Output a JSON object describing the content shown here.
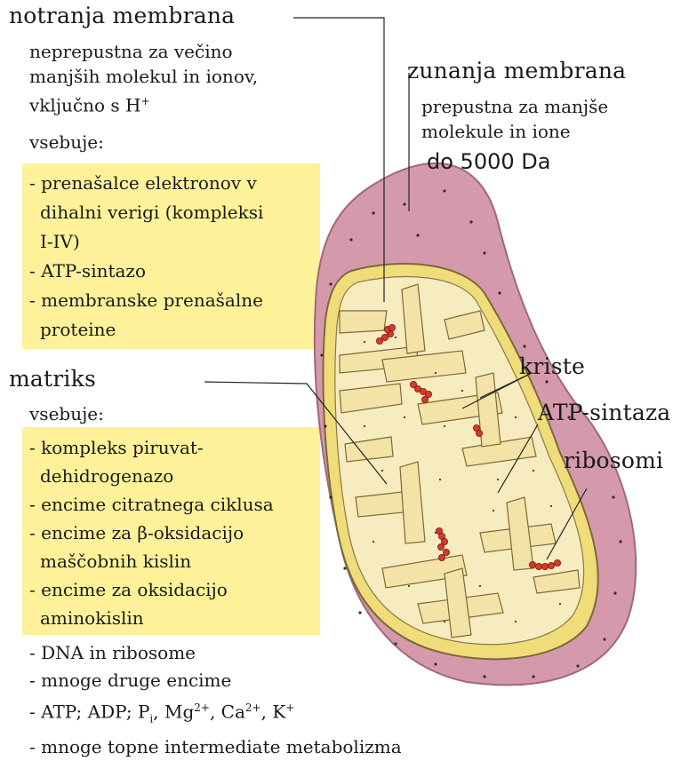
{
  "inner_membrane": {
    "title": "notranja membrana",
    "desc": [
      "neprepustna za večino",
      "manjših molekul in ionov,",
      "vključno s H"
    ],
    "desc_sup": "+",
    "contains_label": "vsebuje:",
    "items": [
      "- prenašalce elektronov v",
      "dihalni verigi (kompleksi",
      "I-IV)",
      "- ATP-sintazo",
      "- membranske prenašalne",
      "proteine"
    ]
  },
  "outer_membrane": {
    "title": "zunanja membrana",
    "desc": [
      "prepustna za manjše",
      "molekule in ione"
    ],
    "size_note": "do 5000 Da"
  },
  "matrix": {
    "title": "matriks",
    "contains_label": "vsebuje:",
    "highlighted_items": [
      "- kompleks piruvat-",
      "dehidrogenazo",
      "- encime citratnega ciklusa",
      "- encime za β-oksidacijo",
      "maščobnih kislin",
      "- encime za oksidacijo",
      "aminokislin"
    ],
    "other_items": {
      "dna": "- DNA in ribosome",
      "enzymes": "- mnoge druge encime",
      "ions": {
        "a": "- ATP; ADP; P",
        "a_sub": "i",
        "b": ", Mg",
        "b_sup": "2+",
        "c": ", Ca",
        "c_sup": "2+",
        "d": ", K",
        "d_sup": "+"
      },
      "metabolites": "- mnoge topne intermediate metabolizma"
    }
  },
  "diagram_labels": {
    "cristae": "kriste",
    "atp_synthase": "ATP-sintaza",
    "ribosomes": "ribosomi"
  },
  "colors": {
    "highlight": "#fdf29a",
    "outer_membrane": "#d49aab",
    "inner_membrane": "#f0dc78",
    "matrix": "#f7ecc0",
    "ribosome": "#d63a2a"
  }
}
